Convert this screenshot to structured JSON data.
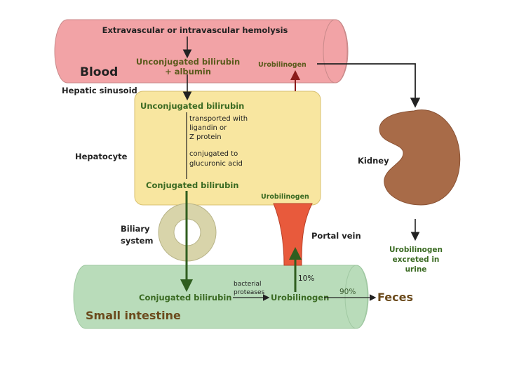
{
  "colors": {
    "blood": "#f2a3a6",
    "hepatocyte": "#f8e6a0",
    "intestine": "#b9dcba",
    "kidney": "#a86b48",
    "portal_vein": "#e85a3c",
    "biliary": "#d8d4aa",
    "green_arrow": "#2f5e1f",
    "red_arrow": "#8a1a1a"
  },
  "blood": {
    "label": "Blood",
    "hemolysis": "Extravascular or intravascular hemolysis",
    "unconj_line1": "Unconjugated bilirubin",
    "unconj_line2": "+ albumin",
    "urobilinogen": "Urobilinogen"
  },
  "hepatic_sinusoid": "Hepatic sinusoid",
  "hepatocyte": {
    "label": "Hepatocyte",
    "unconj": "Unconjugated bilirubin",
    "notes": [
      "transported with",
      "ligandin or",
      "Z protein",
      "",
      "conjugated to",
      "glucuronic acid"
    ],
    "conj": "Conjugated bilirubin",
    "urobilinogen": "Urobilinogen"
  },
  "biliary": {
    "line1": "Biliary",
    "line2": "system"
  },
  "portal_vein": "Portal vein",
  "kidney": {
    "label": "Kidney",
    "excreted": [
      "Urobilinogen",
      "excreted in",
      "urine"
    ]
  },
  "intestine": {
    "label": "Small intestine",
    "conj": "Conjugated bilirubin",
    "enzyme1": "bacterial",
    "enzyme2": "proteases",
    "urobilinogen": "Urobilinogen",
    "pct_reabsorbed": "10%",
    "pct_feces": "90%",
    "feces": "Feces"
  }
}
